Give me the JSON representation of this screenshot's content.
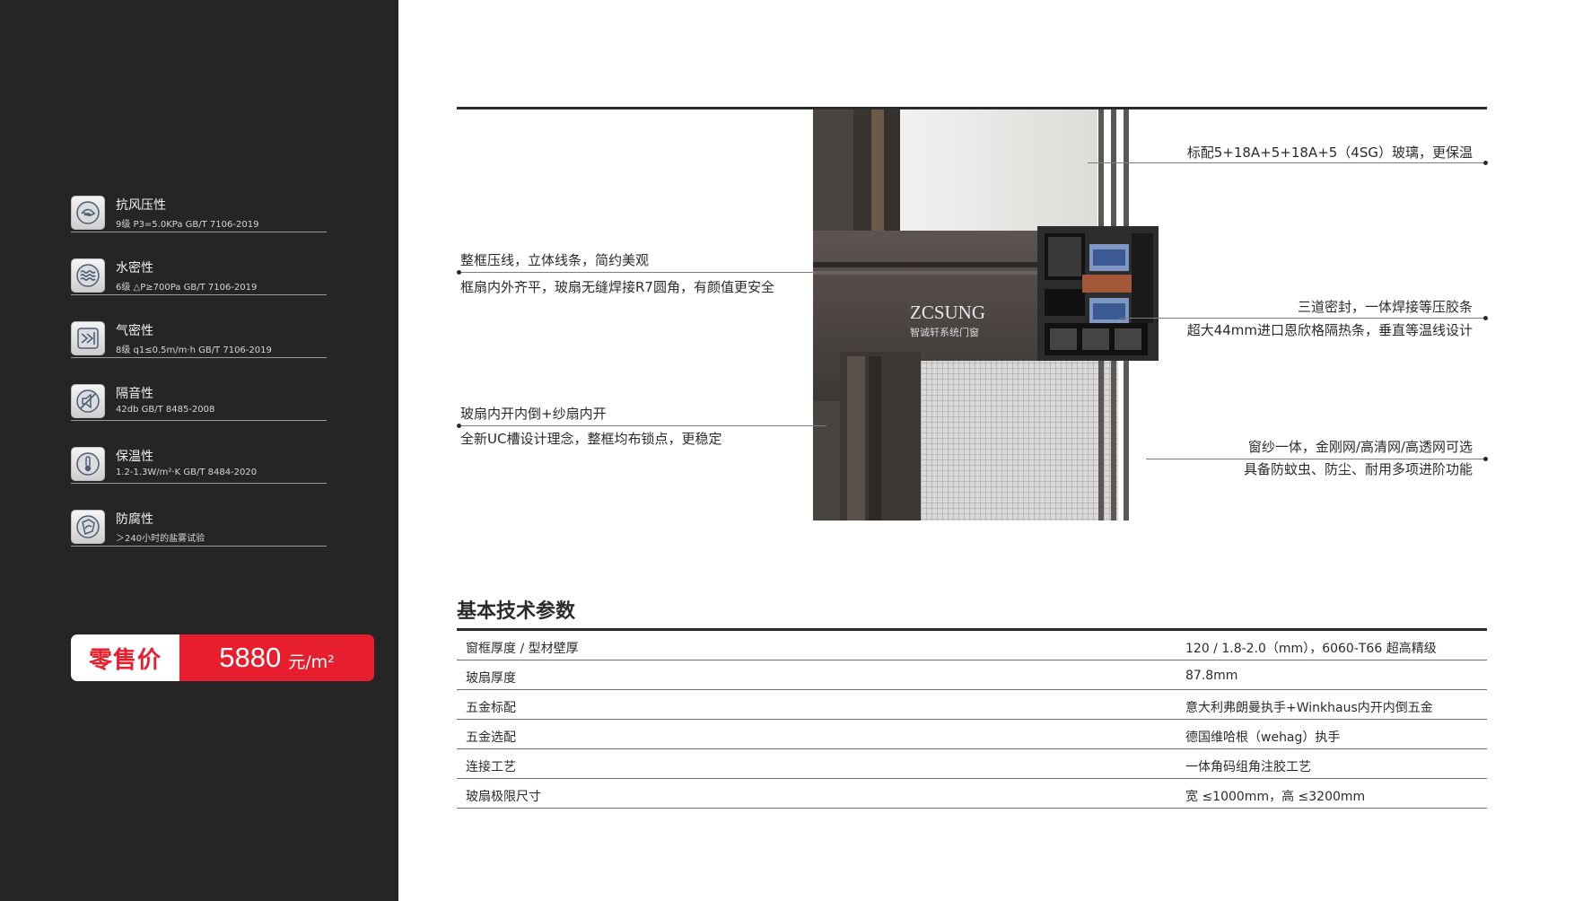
{
  "features": [
    {
      "title": "抗风压性",
      "spec": "9级  P3=5.0KPa  GB/T 7106-2019",
      "icon": "wind-pressure-icon"
    },
    {
      "title": "水密性",
      "spec": "6级  △P≥700Pa  GB/T 7106-2019",
      "icon": "water-tightness-icon"
    },
    {
      "title": "气密性",
      "spec": "8级  q1≤0.5m/m·h  GB/T 7106-2019",
      "icon": "air-tightness-icon"
    },
    {
      "title": "隔音性",
      "spec": "42db  GB/T 8485-2008",
      "icon": "sound-insulation-icon"
    },
    {
      "title": "保温性",
      "spec": "1.2-1.3W/m²·K  GB/T 8484-2020",
      "icon": "thermal-insulation-icon"
    },
    {
      "title": "防腐性",
      "spec": "＞240小时的盐雾试验",
      "icon": "corrosion-resistance-icon"
    }
  ],
  "price": {
    "label": "零售价",
    "value": "5880",
    "unit": "元/m²"
  },
  "product_brand": "ZCSUNG",
  "product_brand_sub": "智诚轩系统门窗",
  "annotations": {
    "glass": "标配5+18A+5+18A+5（4SG）玻璃，更保温",
    "frame_line1": "整框压线，立体线条，简约美观",
    "frame_line2": "框扇内外齐平，玻扇无缝焊接R7圆角，有颜值更安全",
    "seal_line1": "三道密封，一体焊接等压胶条",
    "seal_line2": "超大44mm进口恩欣格隔热条，垂直等温线设计",
    "sash_line1": "玻扇内开内倒+纱扇内开",
    "sash_line2": "全新UC槽设计理念，整框均布锁点，更稳定",
    "screen_line1": "窗纱一体，金刚网/高清网/高透网可选",
    "screen_line2": "具备防蚊虫、防尘、耐用多项进阶功能"
  },
  "params_title": "基本技术参数",
  "params": [
    {
      "name": "窗框厚度 / 型材壁厚",
      "value": "120 / 1.8-2.0（mm），6060-T66  超高精级"
    },
    {
      "name": "玻扇厚度",
      "value": "87.8mm"
    },
    {
      "name": "五金标配",
      "value": "意大利弗朗曼执手+Winkhaus内开内倒五金"
    },
    {
      "name": "五金选配",
      "value": "德国维哈根（wehag）执手"
    },
    {
      "name": "连接工艺",
      "value": "一体角码组角注胶工艺"
    },
    {
      "name": "玻扇极限尺寸",
      "value": "宽 ≤1000mm，高 ≤3200mm"
    }
  ],
  "colors": {
    "accent_red": "#e61e2d",
    "sidebar_bg": "#252525",
    "frame_brown": "#4a4441"
  }
}
